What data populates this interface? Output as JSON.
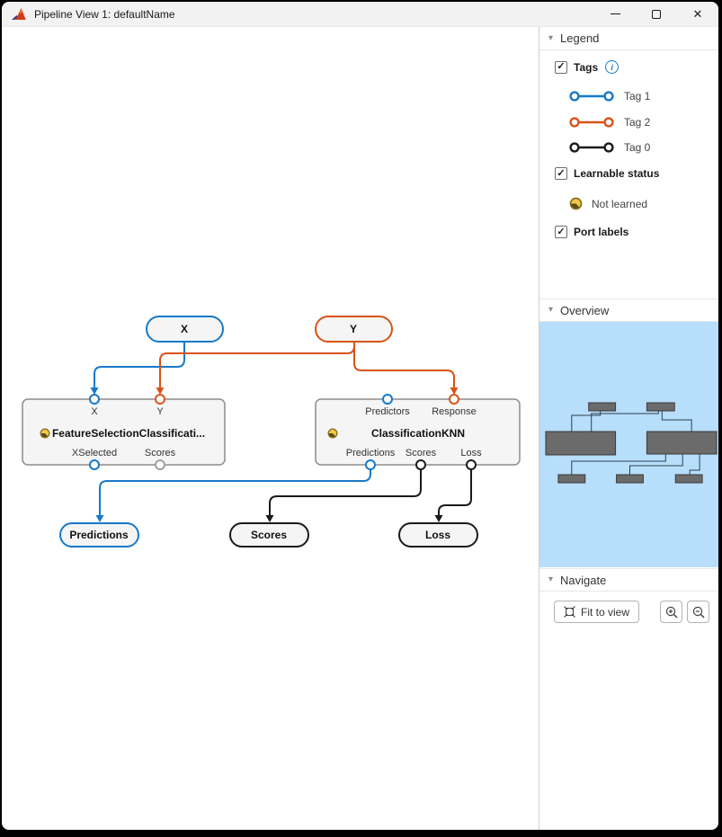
{
  "window": {
    "title": "Pipeline View 1: defaultName"
  },
  "icons": {
    "minimize": "minimize-bar",
    "maximize": "maximize-square",
    "close": "✕",
    "caret_down": "▾",
    "checkmark": "✓",
    "info": "i",
    "not_learned": "clock-partial",
    "fit_to_view": "expand-arrows",
    "zoom_in": "magnifier-plus",
    "zoom_out": "magnifier-minus"
  },
  "colors": {
    "tag1_blue": "#1779c9",
    "tag2_orange": "#d95319",
    "tag0_black": "#1a1a1a",
    "unset_port_gray": "#9e9e9e",
    "block_fill": "#f5f5f5",
    "block_border": "#8c8c8c",
    "minimap_bg": "#b7defa",
    "minimap_block": "#6b6b6b",
    "clock_yellow": "#f2c84b"
  },
  "sidebar": {
    "legend": {
      "title": "Legend",
      "tags_label": "Tags",
      "tags": [
        {
          "label": "Tag 1",
          "color": "#1779c9"
        },
        {
          "label": "Tag 2",
          "color": "#d95319"
        },
        {
          "label": "Tag 0",
          "color": "#1a1a1a"
        }
      ],
      "learnable_label": "Learnable status",
      "not_learned_label": "Not learned",
      "port_labels_label": "Port labels"
    },
    "overview": {
      "title": "Overview"
    },
    "navigate": {
      "title": "Navigate",
      "fit_to_view_label": "Fit to view"
    }
  },
  "pipeline": {
    "inputs": [
      {
        "label": "X"
      },
      {
        "label": "Y"
      }
    ],
    "blocks": [
      {
        "title": "FeatureSelectionClassificati...",
        "status": "not-learned",
        "top_ports": [
          "X",
          "Y"
        ],
        "bottom_ports": [
          "XSelected",
          "Scores"
        ]
      },
      {
        "title": "ClassificationKNN",
        "status": "not-learned",
        "top_ports": [
          "Predictors",
          "Response"
        ],
        "bottom_ports": [
          "Predictions",
          "Scores",
          "Loss"
        ]
      }
    ],
    "outputs": [
      {
        "label": "Predictions"
      },
      {
        "label": "Scores"
      },
      {
        "label": "Loss"
      }
    ]
  }
}
